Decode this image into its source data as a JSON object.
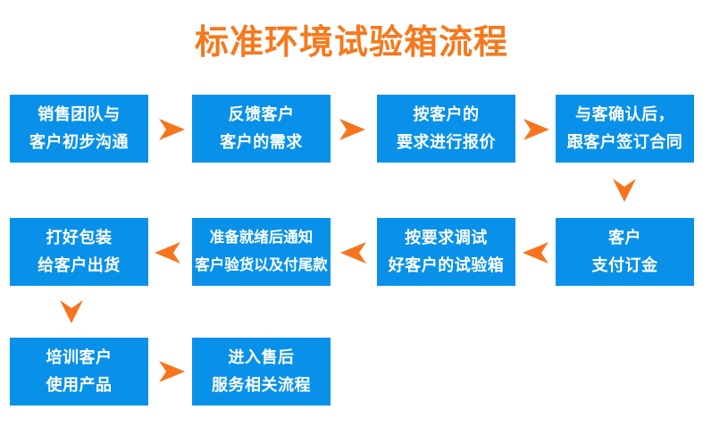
{
  "title": "标准环境试验箱流程",
  "colors": {
    "box_fill": "#0991EA",
    "box_text": "#FFFFFF",
    "arrow": "#F7741F",
    "title_text": "#F5791D",
    "background": "#FFFFFF"
  },
  "steps": [
    {
      "step": 1,
      "line1": "销售团队与",
      "line2": "客户初步沟通"
    },
    {
      "step": 2,
      "line1": "反馈客户",
      "line2": "客户的需求"
    },
    {
      "step": 3,
      "line1": "按客户的",
      "line2": "要求进行报价"
    },
    {
      "step": 4,
      "line1": "与客确认后，",
      "line2": "跟客户签订合同"
    },
    {
      "step": 5,
      "line1": "客户",
      "line2": "支付订金"
    },
    {
      "step": 6,
      "line1": "按要求调试",
      "line2": "好客户的试验箱"
    },
    {
      "step": 7,
      "line1": "准备就绪后通知",
      "line2": "客户验货以及付尾款"
    },
    {
      "step": 8,
      "line1": "打好包装",
      "line2": "给客户出货"
    },
    {
      "step": 9,
      "line1": "培训客户",
      "line2": "使用产品"
    },
    {
      "step": 10,
      "line1": "进入售后",
      "line2": "服务相关流程"
    }
  ],
  "arrows": [
    {
      "from": 1,
      "to": 2,
      "direction": "right"
    },
    {
      "from": 2,
      "to": 3,
      "direction": "right"
    },
    {
      "from": 3,
      "to": 4,
      "direction": "right"
    },
    {
      "from": 4,
      "to": 5,
      "direction": "down"
    },
    {
      "from": 5,
      "to": 6,
      "direction": "left"
    },
    {
      "from": 6,
      "to": 7,
      "direction": "left"
    },
    {
      "from": 7,
      "to": 8,
      "direction": "left"
    },
    {
      "from": 8,
      "to": 9,
      "direction": "down"
    },
    {
      "from": 9,
      "to": 10,
      "direction": "right"
    }
  ]
}
